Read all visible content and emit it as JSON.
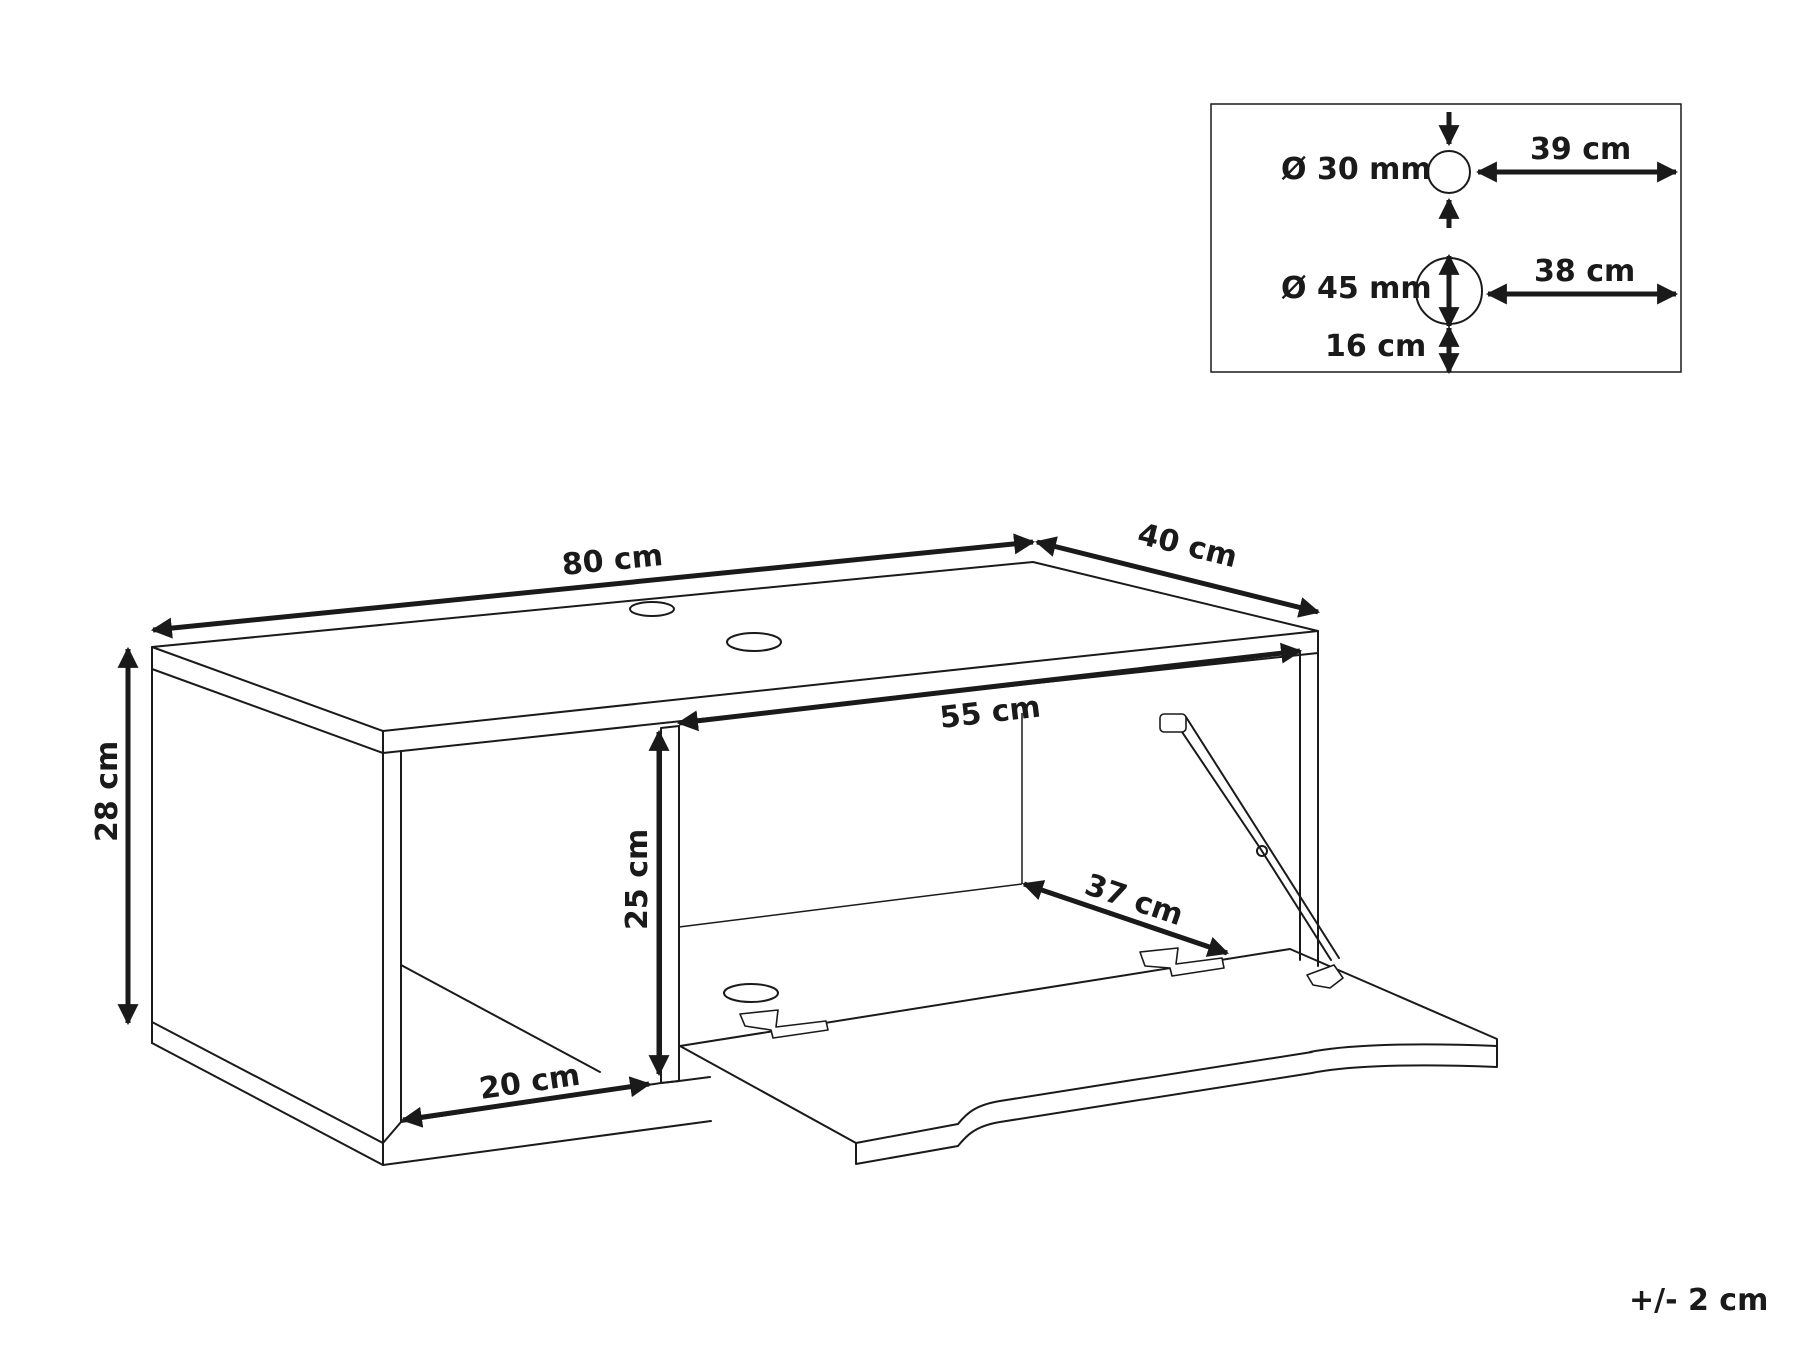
{
  "dimensions": {
    "width": "80 cm",
    "depth": "40 cm",
    "height": "28 cm",
    "inner_width": "55 cm",
    "inner_height": "25 cm",
    "inner_depth": "37 cm",
    "left_compartment_width": "20 cm"
  },
  "cable_holes": {
    "small_hole_diameter": "Ø 30 mm",
    "small_hole_offset": "39 cm",
    "large_hole_diameter": "Ø 45 mm",
    "large_hole_offset": "38 cm",
    "holes_spacing": "16 cm"
  },
  "tolerance": "+/- 2 cm"
}
